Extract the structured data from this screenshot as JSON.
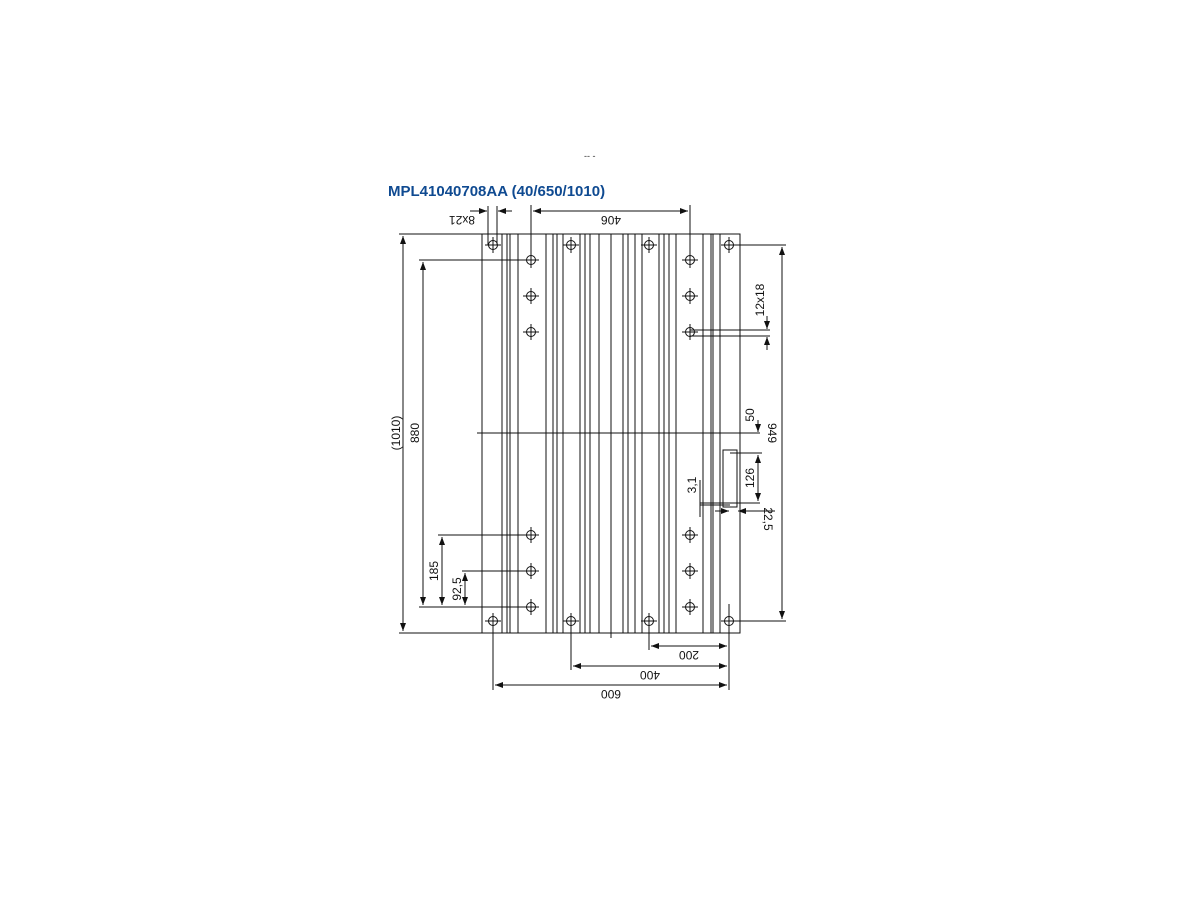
{
  "title": "MPL41040708AA (40/650/1010)",
  "top_mark": "-- -",
  "dimensions": {
    "overall_height": "(1010)",
    "hole_span_height": "880",
    "hole_group_span": "185",
    "hole_pitch": "92,5",
    "width_406": "406",
    "slot_top": "8x21",
    "slot_side": "12x18",
    "right_height": "949",
    "offset_50": "50",
    "cutout_126": "126",
    "cutout_3_1": "3,1",
    "cutout_22_5": "22,5",
    "bottom_200": "200",
    "bottom_400": "400",
    "bottom_600": "600"
  },
  "colors": {
    "title": "#0f4a91",
    "line": "#111111"
  }
}
